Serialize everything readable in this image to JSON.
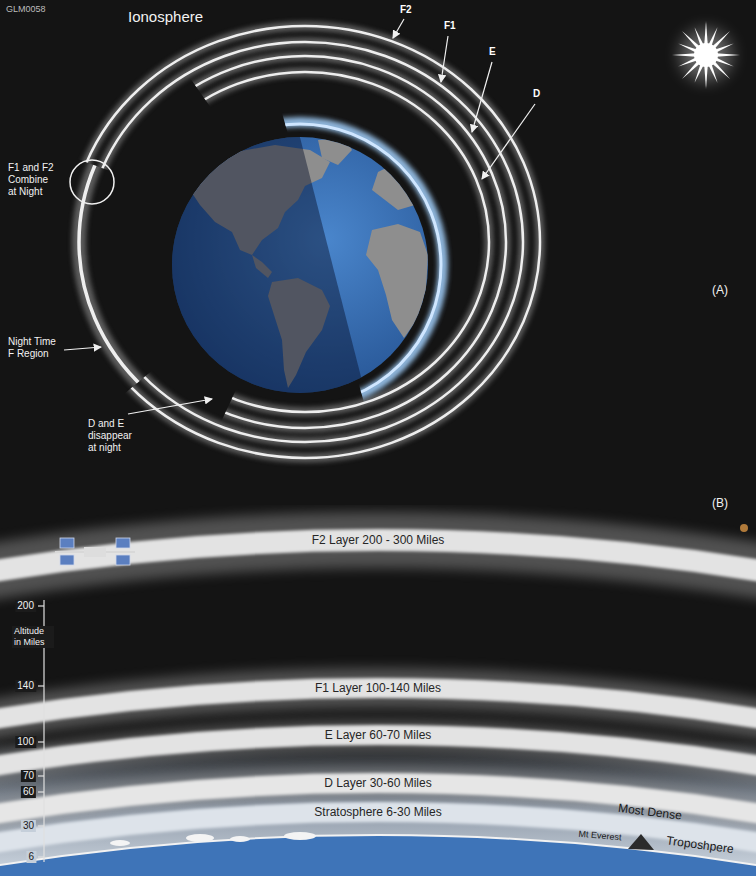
{
  "diagram": {
    "title": "Ionosphere",
    "nodes": [
      {
        "text": [
          "F2 Layer 200 - 300 Miles"
        ]
      },
      {
        "text": [
          "F1 Layer 100-140 Miles"
        ]
      },
      {
        "text": [
          "E Layer 60-70 Miles"
        ]
      },
      {
        "text": [
          "D Layer 30-60 Miles"
        ]
      },
      {
        "text": [
          "Stratosphere 6-30 Miles"
        ]
      }
    ],
    "labels": [
      "GLM0058",
      "F2",
      "F1",
      "E",
      "D",
      "F1 and F2 Combine at Night",
      "(A)",
      "Night Time F Region",
      "D and E disappear at night",
      "(B)",
      "200",
      "Altitude in Miles",
      "140",
      "100",
      "70",
      "60",
      "Most Dense",
      "30",
      "6",
      "Mt Everest",
      "Troposhpere"
    ]
  }
}
